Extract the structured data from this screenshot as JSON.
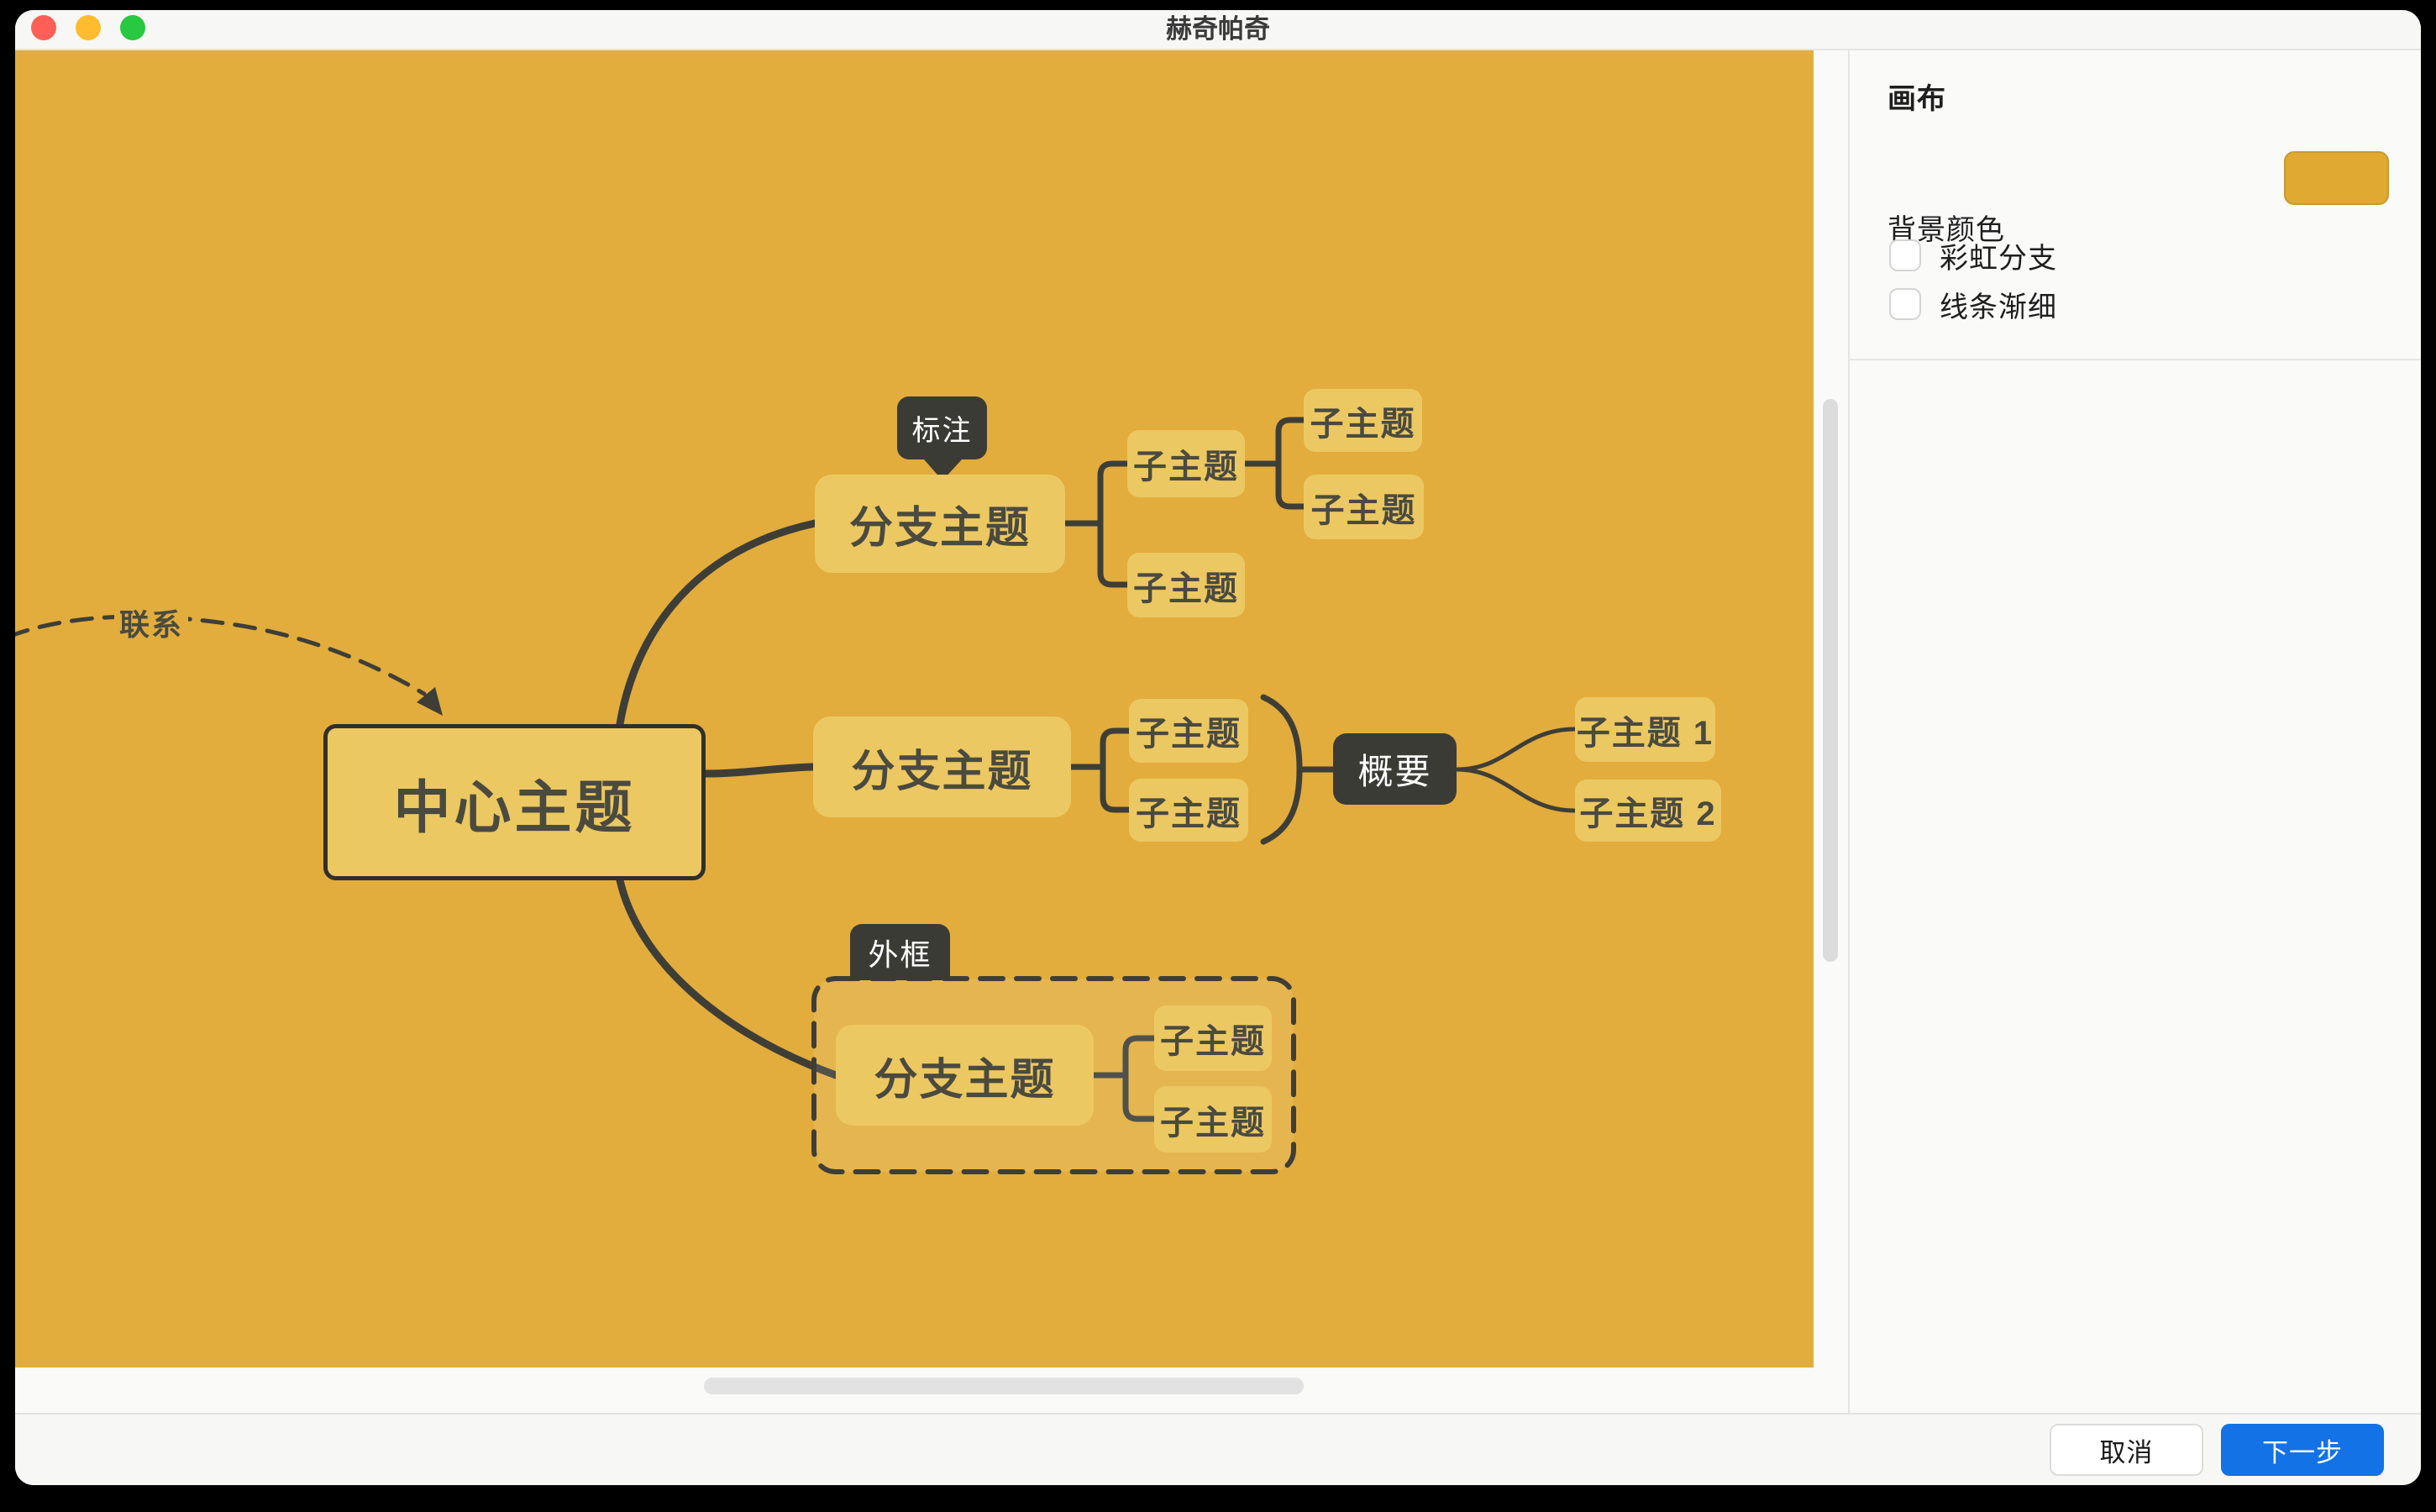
{
  "window": {
    "title": "赫奇帕奇"
  },
  "map": {
    "background_color": "#E2AD3C",
    "node_fill_color": "#ECC862",
    "line_color": "#3E3E37",
    "dark_node_color": "#3B3B35",
    "relationship_label": "联系",
    "central_topic": "中心主题",
    "callout_label": "标注",
    "summary_label": "概要",
    "boundary_label": "外框",
    "branch1": {
      "label": "分支主题",
      "child1": "子主题",
      "child2": "子主题",
      "grandchild1": "子主题",
      "grandchild2": "子主题"
    },
    "branch2": {
      "label": "分支主题",
      "child1": "子主题",
      "child2": "子主题",
      "summary_child1": "子主题 1",
      "summary_child2": "子主题 2"
    },
    "branch3": {
      "label": "分支主题",
      "child1": "子主题",
      "child2": "子主题"
    }
  },
  "sidebar": {
    "title": "画布",
    "background_label": "背景颜色",
    "swatch_color": "#DFA932",
    "checkbox1": {
      "label": "彩虹分支",
      "checked": false
    },
    "checkbox2": {
      "label": "线条渐细",
      "checked": false
    }
  },
  "footer": {
    "cancel": "取消",
    "next": "下一步",
    "next_color": "#1272E6"
  }
}
